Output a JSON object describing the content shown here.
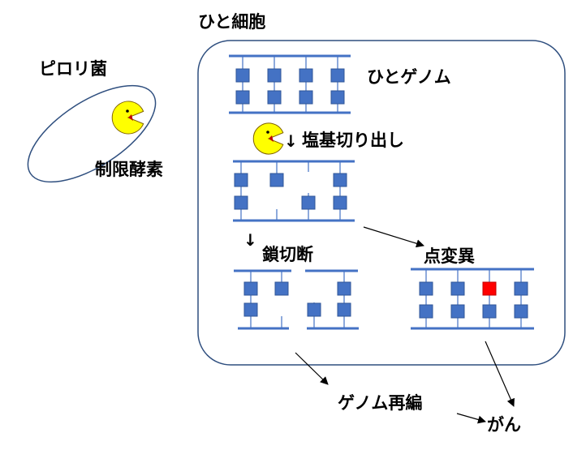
{
  "labels": {
    "human_cell": "ひと細胞",
    "pylori": "ピロリ菌",
    "restriction_enzyme": "制限酵素",
    "human_genome": "ひとゲノム",
    "base_excision": "塩基切り出し",
    "down_arrow_1": "↓",
    "down_arrow_2": "↓",
    "strand_break": "鎖切断",
    "point_mutation": "点変異",
    "genome_rearrangement": "ゲノム再編",
    "cancer": "がん"
  },
  "colors": {
    "strand": "#4472c4",
    "base": "#4472c4",
    "mutated_base": "#ff0000",
    "enzyme_body": "#ffff00",
    "enzyme_outline": "#7f6000",
    "enzyme_mouth": "#c00000",
    "outline": "#2f4f7f",
    "arrow": "#000000"
  },
  "icons": {
    "enzyme": "pacman-enzyme-icon",
    "arrow": "arrow-icon"
  }
}
